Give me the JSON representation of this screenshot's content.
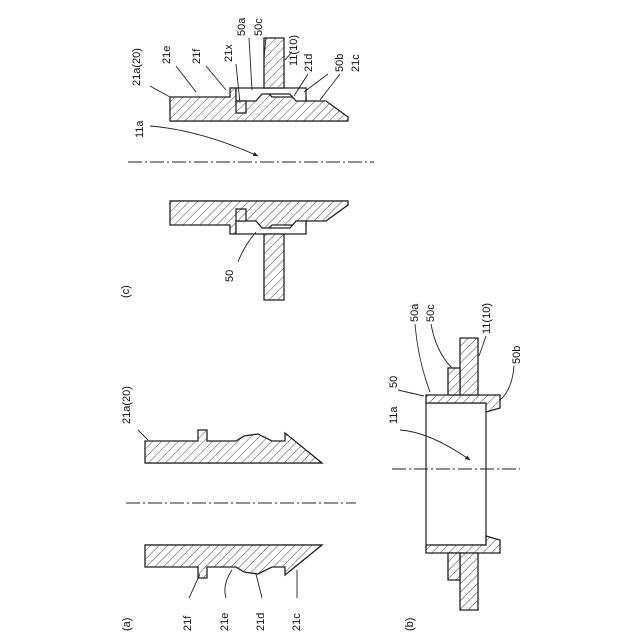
{
  "figure_c": {
    "caption": "(c)",
    "labels": {
      "body": "21a(20)",
      "groove": "21e",
      "flange": "21f",
      "protrusion": "21x",
      "ring_lip": "50a",
      "ring_step": "50c",
      "wall": "11(10)",
      "ridge": "21d",
      "ring_end": "50b",
      "taper": "21c",
      "bore": "11a",
      "ring": "50"
    }
  },
  "figure_a": {
    "caption": "(a)",
    "labels": {
      "body": "21a(20)",
      "flange": "21f",
      "groove": "21e",
      "ridge": "21d",
      "taper": "21c"
    }
  },
  "figure_b": {
    "caption": "(b)",
    "labels": {
      "ring_lip": "50a",
      "ring_step": "50c",
      "wall": "11(10)",
      "ring": "50",
      "bore": "11a",
      "ring_end": "50b"
    }
  }
}
